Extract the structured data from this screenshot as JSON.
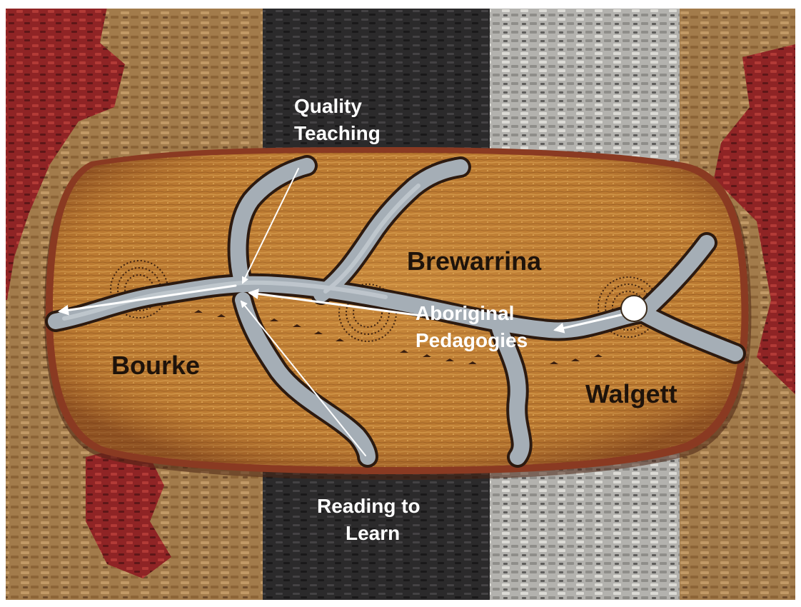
{
  "labels": {
    "quality_teaching": [
      "Quality",
      "Teaching"
    ],
    "brewarrina": "Brewarrina",
    "aboriginal_pedagogies": [
      "Aboriginal",
      "Pedagogies"
    ],
    "bourke": "Bourke",
    "walgett": "Walgett",
    "reading_to_learn": [
      "Reading to",
      "Learn"
    ]
  },
  "colors": {
    "wood": "#b9782f",
    "wood_light": "#d39848",
    "rim": "#8a3a22",
    "river": "#a5aeb6",
    "river_edge": "#2c1a10",
    "rug_red": "#8f2425",
    "rug_black": "#2b2a2b",
    "rug_grey": "#b3b2ae",
    "rug_tan": "#a27b4b",
    "label_light": "#ffffff",
    "label_dark": "#1e130b"
  },
  "icons": [
    "white-arrow",
    "white-circle-marker",
    "concentric-circle-motif",
    "footprint-track"
  ]
}
